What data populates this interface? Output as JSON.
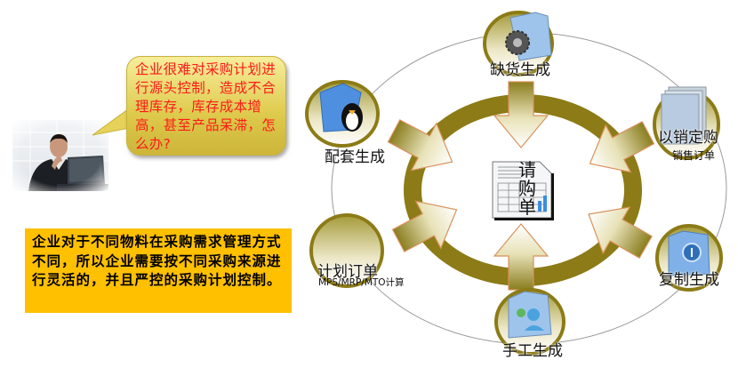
{
  "speech_bubble": {
    "text": "企业很难对采购计划进行源头控制，造成不合理库存，库存成本增高，甚至产品呆滞，怎么办?"
  },
  "info_box": {
    "text": "企业对于不同物料在采购需求管理方式不同，所以企业需要按不同采购来源进行灵活的，并且严控的采购计划控制。"
  },
  "diagram": {
    "center": {
      "label": "请购单",
      "icon": "spreadsheet-document-icon"
    },
    "nodes": [
      {
        "label": "缺货生成",
        "sub": "",
        "icon": "gear-folder-icon"
      },
      {
        "label": "以销定购",
        "sub": "销售订单",
        "icon": "stacked-pages-icon"
      },
      {
        "label": "复制生成",
        "sub": "",
        "icon": "copy-folder-icon"
      },
      {
        "label": "手工生成",
        "sub": "",
        "icon": "users-folder-icon"
      },
      {
        "label": "计划订单",
        "sub": "MPS/MRP/MTO计算",
        "icon": ""
      },
      {
        "label": "配套生成",
        "sub": "",
        "icon": "penguin-folder-icon"
      }
    ],
    "colors": {
      "ring": "#8c7b16",
      "arrow_border": "#d9915a",
      "bubble_text": "#ff1a1a",
      "info_box_bg": "#ffc000"
    }
  }
}
